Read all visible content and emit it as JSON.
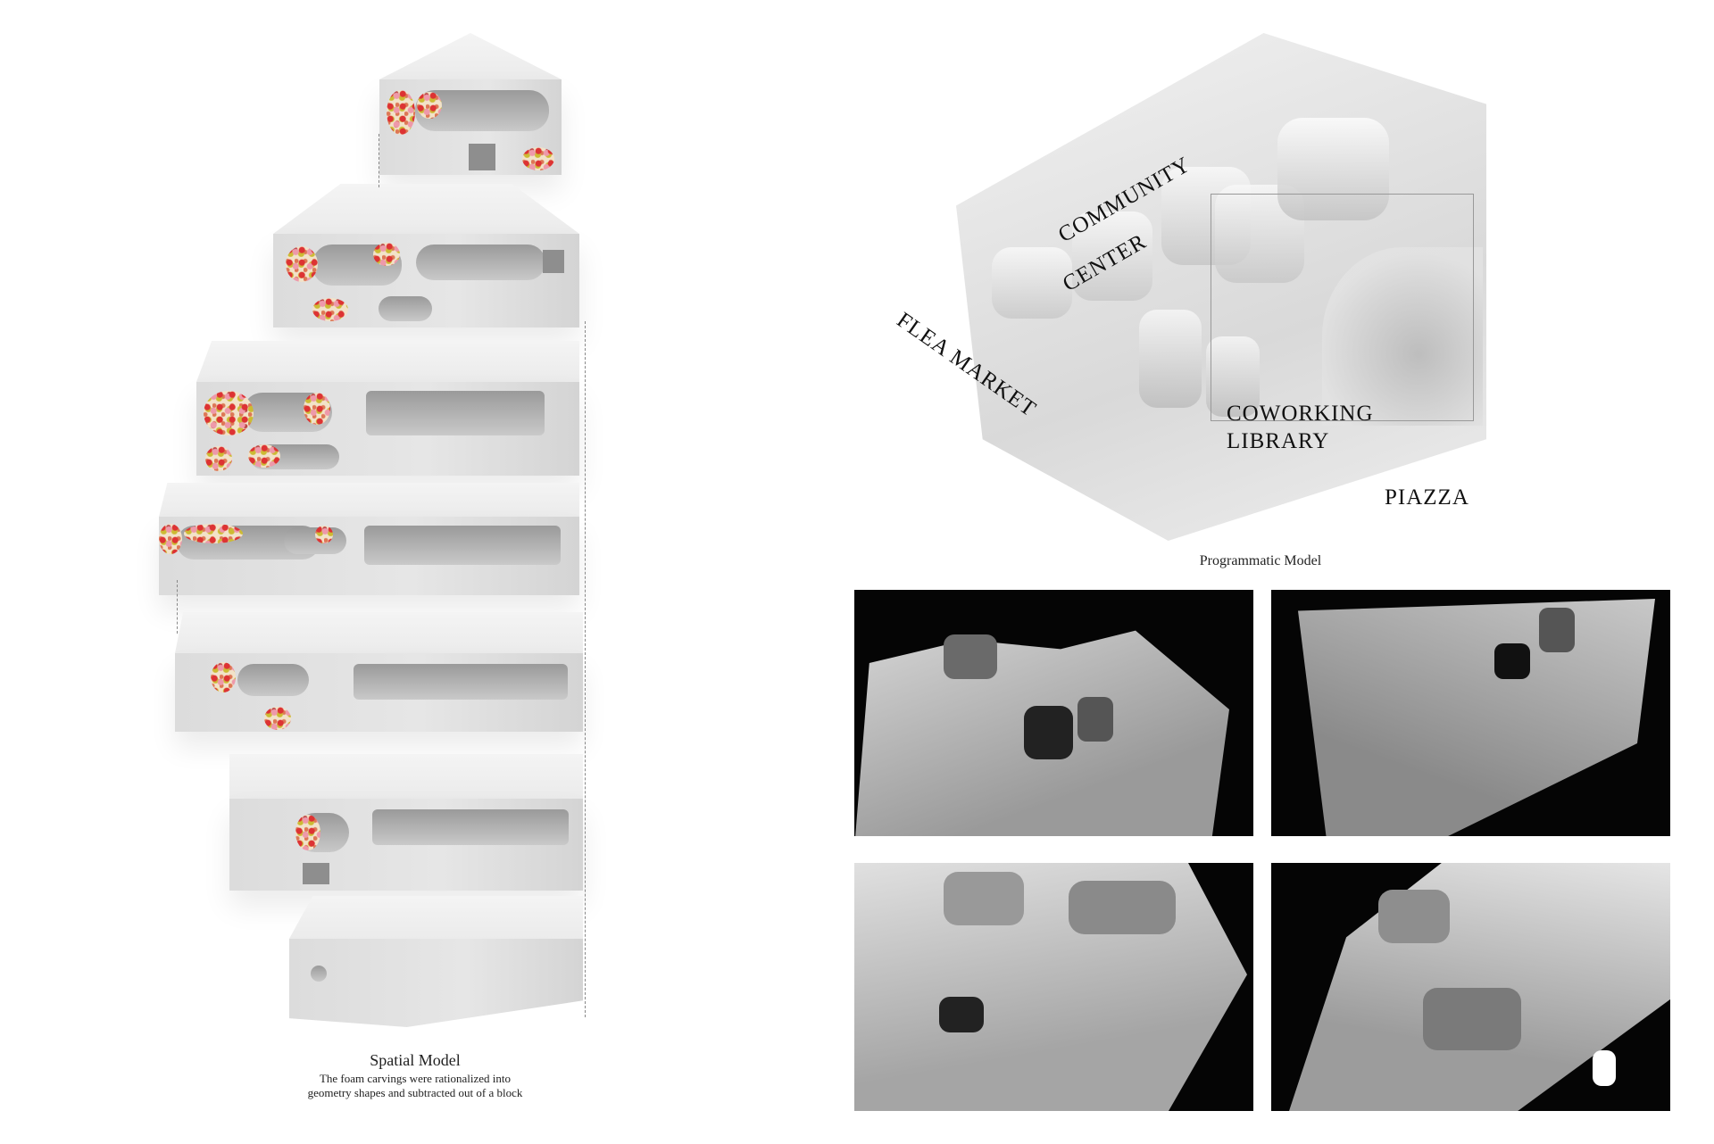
{
  "spatial_model": {
    "title": "Spatial Model",
    "description_line1": "The foam carvings were rationalized into",
    "description_line2": "geometry shapes and subtracted out of a block"
  },
  "programmatic_model": {
    "title": "Programmatic Model",
    "labels": {
      "community": "COMMUNITY",
      "center": "CENTER",
      "flea_market": "FLEA MARKET",
      "coworking": "COWORKING",
      "library": "LIBRARY",
      "piazza": "PIAZZA"
    }
  },
  "photos": [
    "model-photo-1",
    "model-photo-2",
    "model-photo-3",
    "model-photo-4"
  ]
}
